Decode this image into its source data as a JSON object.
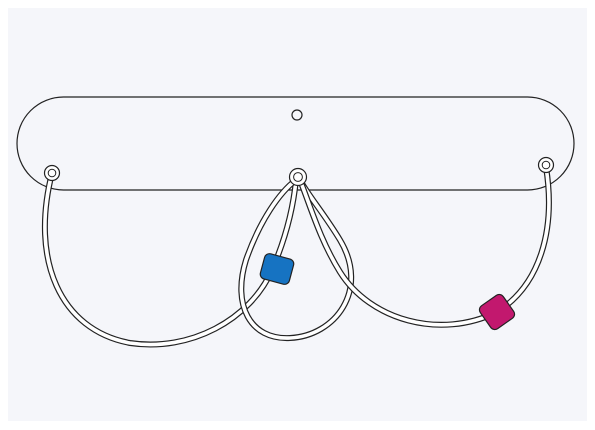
{
  "diagram": {
    "background_color": "#f5f6fa",
    "outline_color": "#222222",
    "cord_fill_color": "#ffffff",
    "board_fill_color": "#f5f6fa",
    "bead_left_color": "#1673c2",
    "bead_right_color": "#c2186e",
    "components": [
      "rounded-board",
      "center-hole",
      "left-peg",
      "center-peg",
      "right-peg",
      "cord",
      "blue-bead",
      "magenta-bead"
    ]
  }
}
